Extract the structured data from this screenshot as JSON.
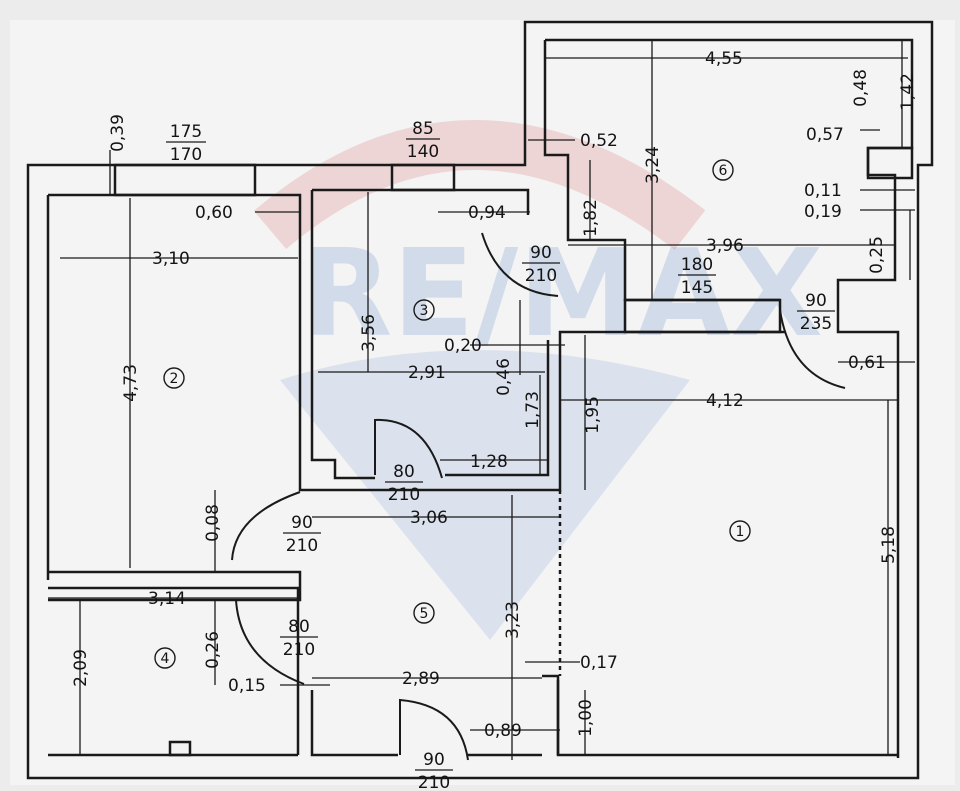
{
  "watermark": {
    "text": "RE/MAX",
    "colors": {
      "red": "#d23a3a",
      "blue": "#3a6cc0"
    }
  },
  "rooms": [
    "1",
    "2",
    "3",
    "4",
    "5",
    "6"
  ],
  "dimensions": {
    "d_039": "0,39",
    "d_060": "0,60",
    "d_310": "3,10",
    "d_473": "4,73",
    "d_094": "0,94",
    "d_052": "0,52",
    "d_182": "1,82",
    "d_324": "3,24",
    "d_455": "4,55",
    "d_048": "0,48",
    "d_142": "1,42",
    "d_057": "0,57",
    "d_011": "0,11",
    "d_019": "0,19",
    "d_025": "0,25",
    "d_396": "3,96",
    "d_356": "3,56",
    "d_020": "0,20",
    "d_046": "0,46",
    "d_291": "2,91",
    "d_173": "1,73",
    "d_195": "1,95",
    "d_412": "4,12",
    "d_061": "0,61",
    "d_128": "1,28",
    "d_306": "3,06",
    "d_008": "0,08",
    "d_314": "3,14",
    "d_026": "0,26",
    "d_209": "2,09",
    "d_015": "0,15",
    "d_289": "2,89",
    "d_323": "3,23",
    "d_017": "0,17",
    "d_100": "1,00",
    "d_089": "0,89",
    "d_518": "5,18"
  },
  "openings": {
    "w1": {
      "top": "175",
      "bottom": "170"
    },
    "w2": {
      "top": "85",
      "bottom": "140"
    },
    "d1": {
      "top": "90",
      "bottom": "210"
    },
    "w3": {
      "top": "180",
      "bottom": "145"
    },
    "d2": {
      "top": "90",
      "bottom": "235"
    },
    "d3": {
      "top": "80",
      "bottom": "210"
    },
    "d4": {
      "top": "90",
      "bottom": "210"
    },
    "d5": {
      "top": "80",
      "bottom": "210"
    },
    "d6": {
      "top": "90",
      "bottom": "210"
    }
  }
}
